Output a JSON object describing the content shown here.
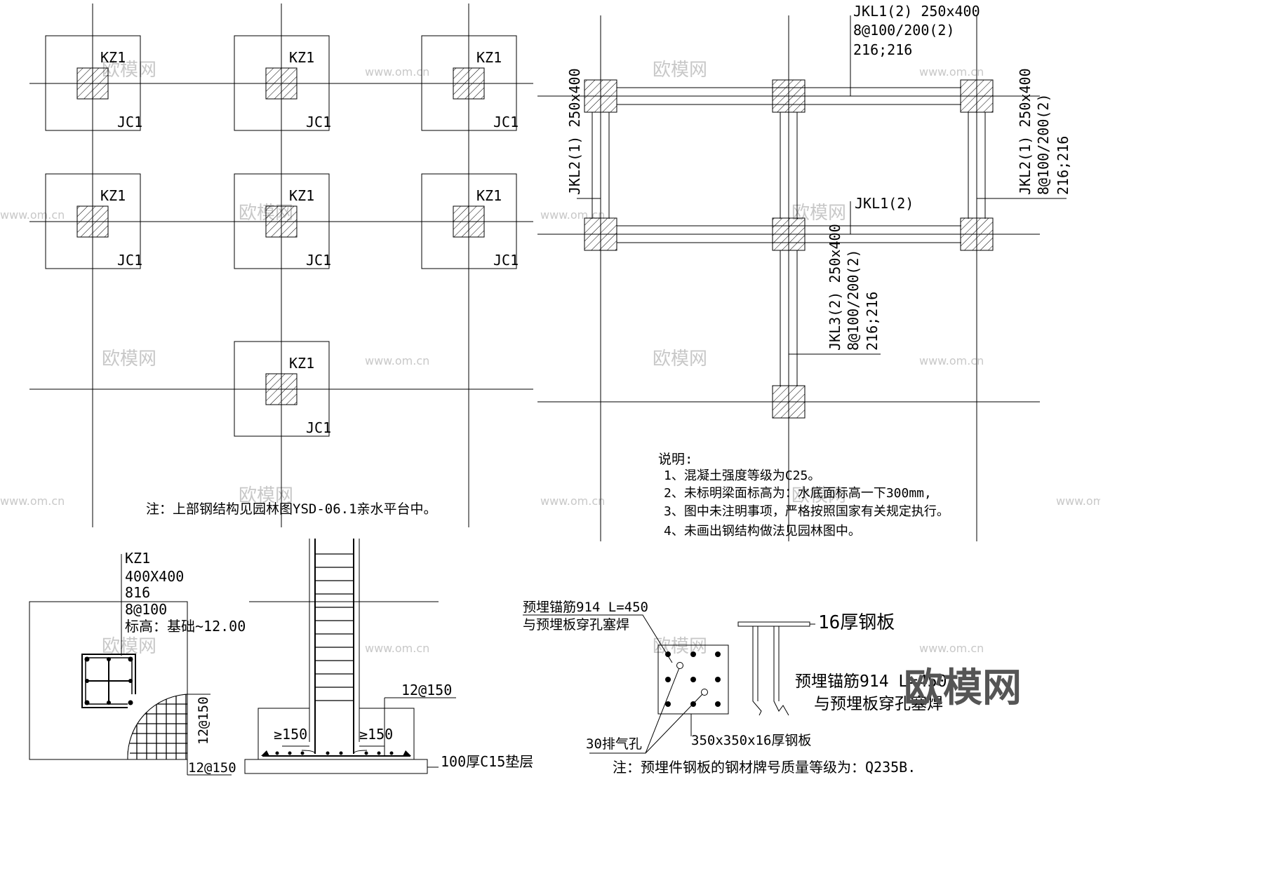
{
  "foundation_plan": {
    "column_label": "KZ1",
    "footing_label": "JC1",
    "note": "注：上部钢结构见园林图YSD-06.1亲水平台中。"
  },
  "beam_plan": {
    "jkl1_top": [
      "JKL1(2) 250x400",
      "8@100/200(2)",
      "216;216"
    ],
    "jkl1_mid": "JKL1(2)",
    "jkl2_left": "JKL2(1) 250x400",
    "jkl2_right": [
      "JKL2(1) 250x400",
      "8@100/200(2)",
      "216;216"
    ],
    "jkl3": [
      "JKL3(2) 250x400",
      "8@100/200(2)",
      "216;216"
    ]
  },
  "notes": {
    "heading": "说明:",
    "items": [
      "1、混凝土强度等级为C25。",
      "2、未标明梁面标高为：水底面标高一下300mm,",
      "3、图中未注明事项，严格按照国家有关规定执行。",
      "4、未画出钢结构做法见园林图中。"
    ]
  },
  "column_detail": {
    "lines": [
      "KZ1",
      "400X400",
      "816",
      "8@100",
      "标高：基础~12.00"
    ],
    "rebar_v": "12@150",
    "rebar_h": "12@150"
  },
  "footing_section": {
    "rebar": "12@150",
    "left_dim": "≥150",
    "right_dim": "≥150",
    "cushion": "100厚C15垫层"
  },
  "embed_plate": {
    "anchor_note_1": "预埋锚筋914 L=450",
    "anchor_note_2": "与预埋板穿孔塞焊",
    "plate_thickness": "16厚钢板",
    "anchor_note_side_1": "预埋锚筋914 L=450",
    "anchor_note_side_2": "与预埋板穿孔塞焊",
    "vent_hole": "30排气孔",
    "plate_size": "350x350x16厚钢板",
    "material_note": "注：预埋件钢板的钢材牌号质量等级为：Q235B."
  },
  "watermark": {
    "brand": "欧模网",
    "url": "www.om.cn"
  }
}
